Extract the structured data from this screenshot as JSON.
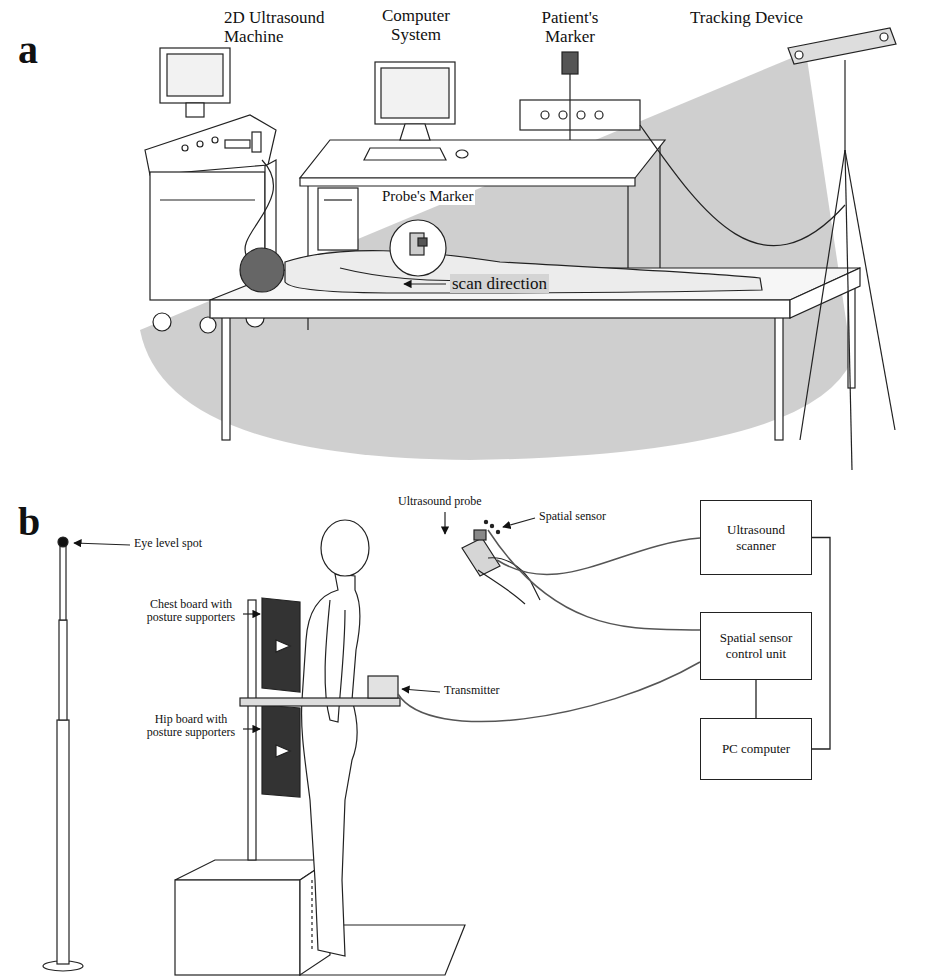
{
  "diagram": {
    "nodes": [
      {
        "text": [
          "Ultrasound scanner"
        ]
      },
      {
        "text": [
          "Spatial sensor control unit"
        ]
      },
      {
        "text": [
          "PC computer"
        ]
      }
    ],
    "edges": [
      {
        "from": 0,
        "to": 2,
        "arrow": "none"
      },
      {
        "from": 1,
        "to": 2,
        "arrow": "none"
      }
    ],
    "labels": [
      "a",
      "2D Ultrasound Machine",
      "Computer System",
      "Patient's Marker",
      "Tracking Device",
      "Probe's Marker",
      "scan direction",
      "b",
      "Eye level spot",
      "Ultrasound probe",
      "Spatial sensor",
      "Chest board with posture supporters",
      "Transmitter",
      "Hip board with posture supporters"
    ]
  }
}
